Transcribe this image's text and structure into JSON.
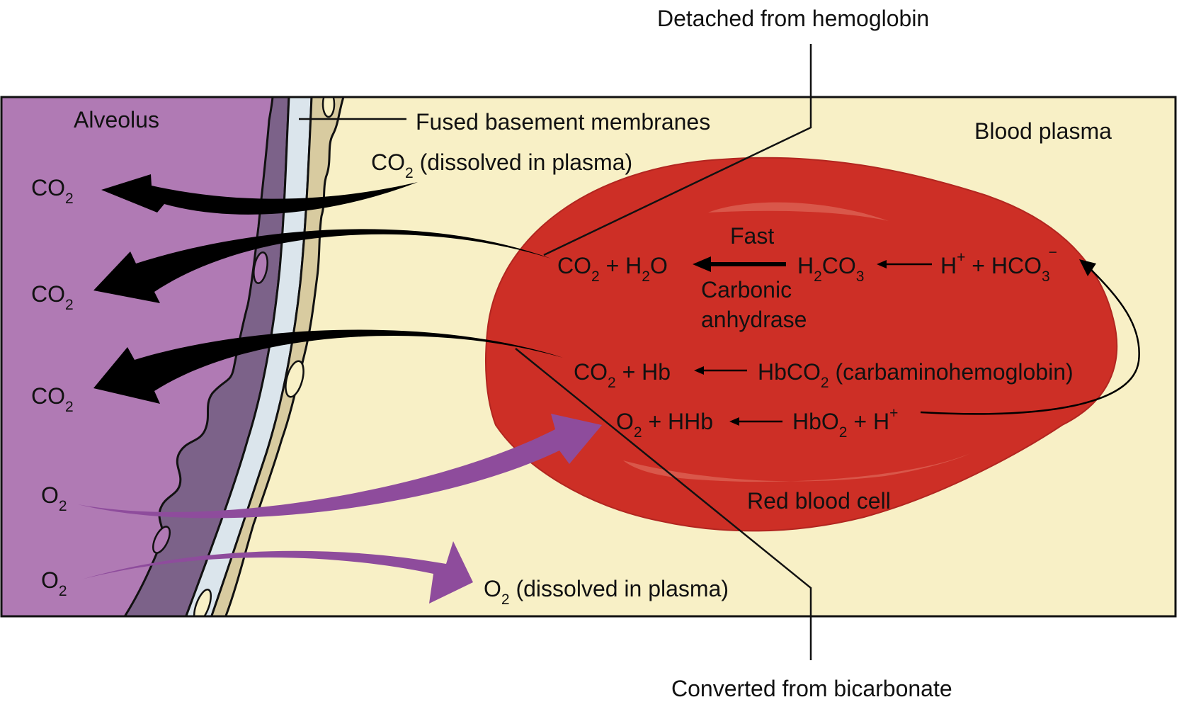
{
  "colors": {
    "alveolus": "#b07ab4",
    "epithelium": "#7c6289",
    "membrane": "#dbe5ec",
    "endothelium": "#d8cba0",
    "plasma": "#f8f0c6",
    "rbc": "#cd2f26",
    "rbc_highlight": "#d9574a",
    "arrow_co2": "#000000",
    "arrow_o2": "#8e4c9c"
  },
  "labels": {
    "detached": "Detached from hemoglobin",
    "converted": "Converted from bicarbonate",
    "alveolus": "Alveolus",
    "fused": "Fused basement membranes",
    "blood_plasma": "Blood plasma",
    "red_blood_cell": "Red blood cell",
    "fast": "Fast",
    "carbonic": "Carbonic",
    "anhydrase": "anhydrase"
  },
  "alveolus_side": {
    "co2": "CO",
    "o2": "O",
    "sub2": "2"
  },
  "plasma_side": {
    "co2_dissolved": "CO",
    "co2_dissolved_sub": "2",
    "co2_dissolved_rest": " (dissolved in plasma)",
    "o2_dissolved": "O",
    "o2_dissolved_sub": "2",
    "o2_dissolved_rest": " (dissolved in plasma)"
  },
  "reactions": {
    "r1": {
      "co2": "CO",
      "co2_sub": "2",
      "plus_h": " + H",
      "h_sub": "2",
      "o": "O",
      "h": "H",
      "h_sub2": "2",
      "co": "CO",
      "co_sub": "3",
      "hplus": "H",
      "hplus_sup": "+",
      "plus_hco": " + HCO",
      "hco_sub": "3",
      "hco_sup": "−"
    },
    "r2": {
      "co2": "CO",
      "co2_sub": "2",
      "plus_hb": " + Hb",
      "hbco": "HbCO",
      "hbco_sub": "2",
      "carb": " (carbaminohemoglobin)"
    },
    "r3": {
      "o2": "O",
      "o2_sub": "2",
      "plus_hhb": " + HHb",
      "hbo": "HbO",
      "hbo_sub": "2",
      "plus_h": " + H",
      "h_sup": "+"
    }
  }
}
